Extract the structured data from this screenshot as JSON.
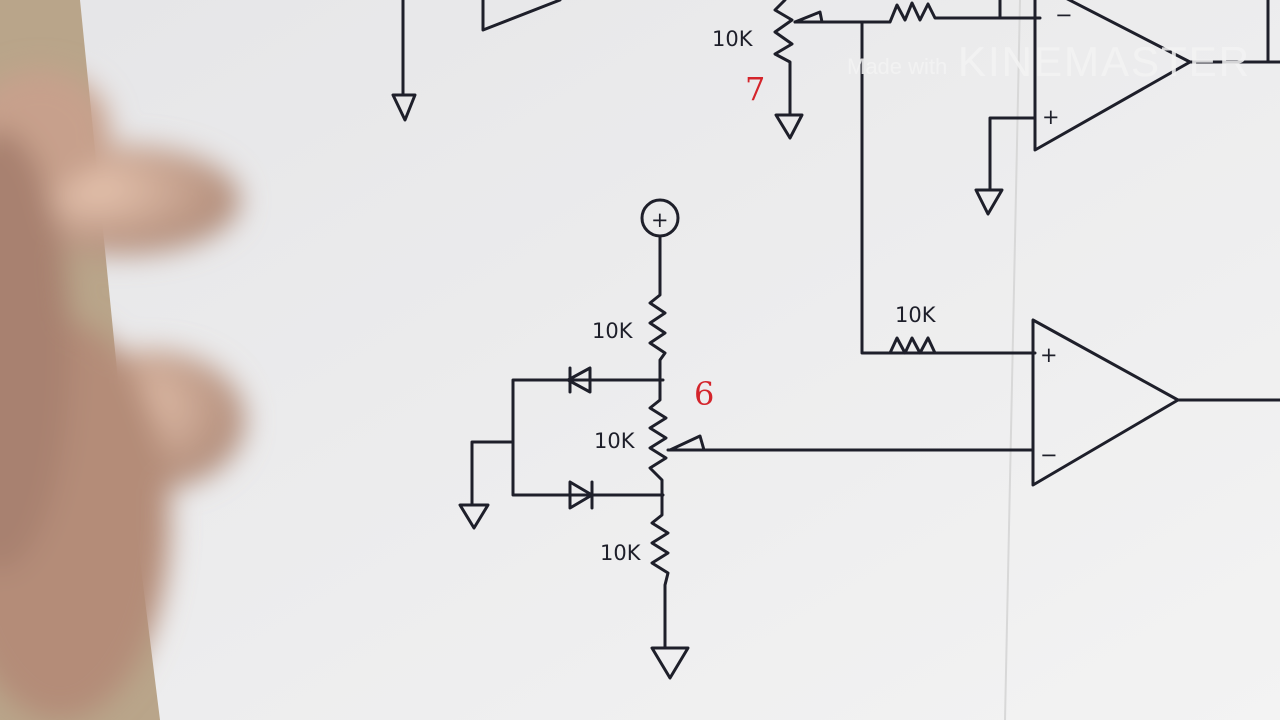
{
  "watermark": {
    "prefix": "Made with",
    "brand": "KINEMASTER"
  },
  "schematic": {
    "resistor_top_pot": "10K",
    "resistor_upper": "10K",
    "resistor_pot_mid": "10K",
    "resistor_lower": "10K",
    "resistor_feed": "10K",
    "marker_seven": "7",
    "marker_six": "6",
    "supply_symbol": "+",
    "opamp_top_minus": "−",
    "opamp_top_plus": "+",
    "opamp_bottom_plus": "+",
    "opamp_bottom_minus": "−"
  },
  "colors": {
    "ink": "#1e1f2a",
    "marker": "#d4242b",
    "paper": "#ececec"
  }
}
